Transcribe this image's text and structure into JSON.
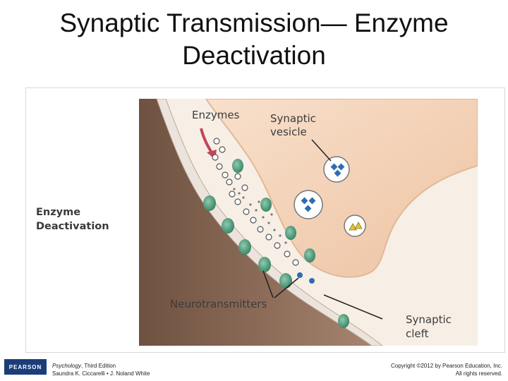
{
  "title": {
    "line1": "Synaptic Transmission— Enzyme",
    "line2": "Deactivation"
  },
  "figure": {
    "side_label_line1": "Enzyme",
    "side_label_line2": "Deactivation",
    "labels": {
      "enzymes": "Enzymes",
      "vesicle_line1": "Synaptic",
      "vesicle_line2": "vesicle",
      "neurotransmitters": "Neurotransmitters",
      "cleft_line1": "Synaptic",
      "cleft_line2": "cleft"
    },
    "colors": {
      "terminal": "#f3d3b8",
      "dendrite": "#8b6a55",
      "membrane": "#ece4dc",
      "receptor": "#2e7d5b",
      "transmitter": "#2f6db3",
      "enzyme_arrow": "#c2455a"
    }
  },
  "footer": {
    "logo": "PEARSON",
    "book_title": "Psychology",
    "book_edition": ", Third Edition",
    "authors": "Saundra K. Ciccarelli • J. Noland White",
    "copyright_line1": "Copyright ©2012 by Pearson Education, Inc.",
    "copyright_line2": "All rights reserved."
  }
}
